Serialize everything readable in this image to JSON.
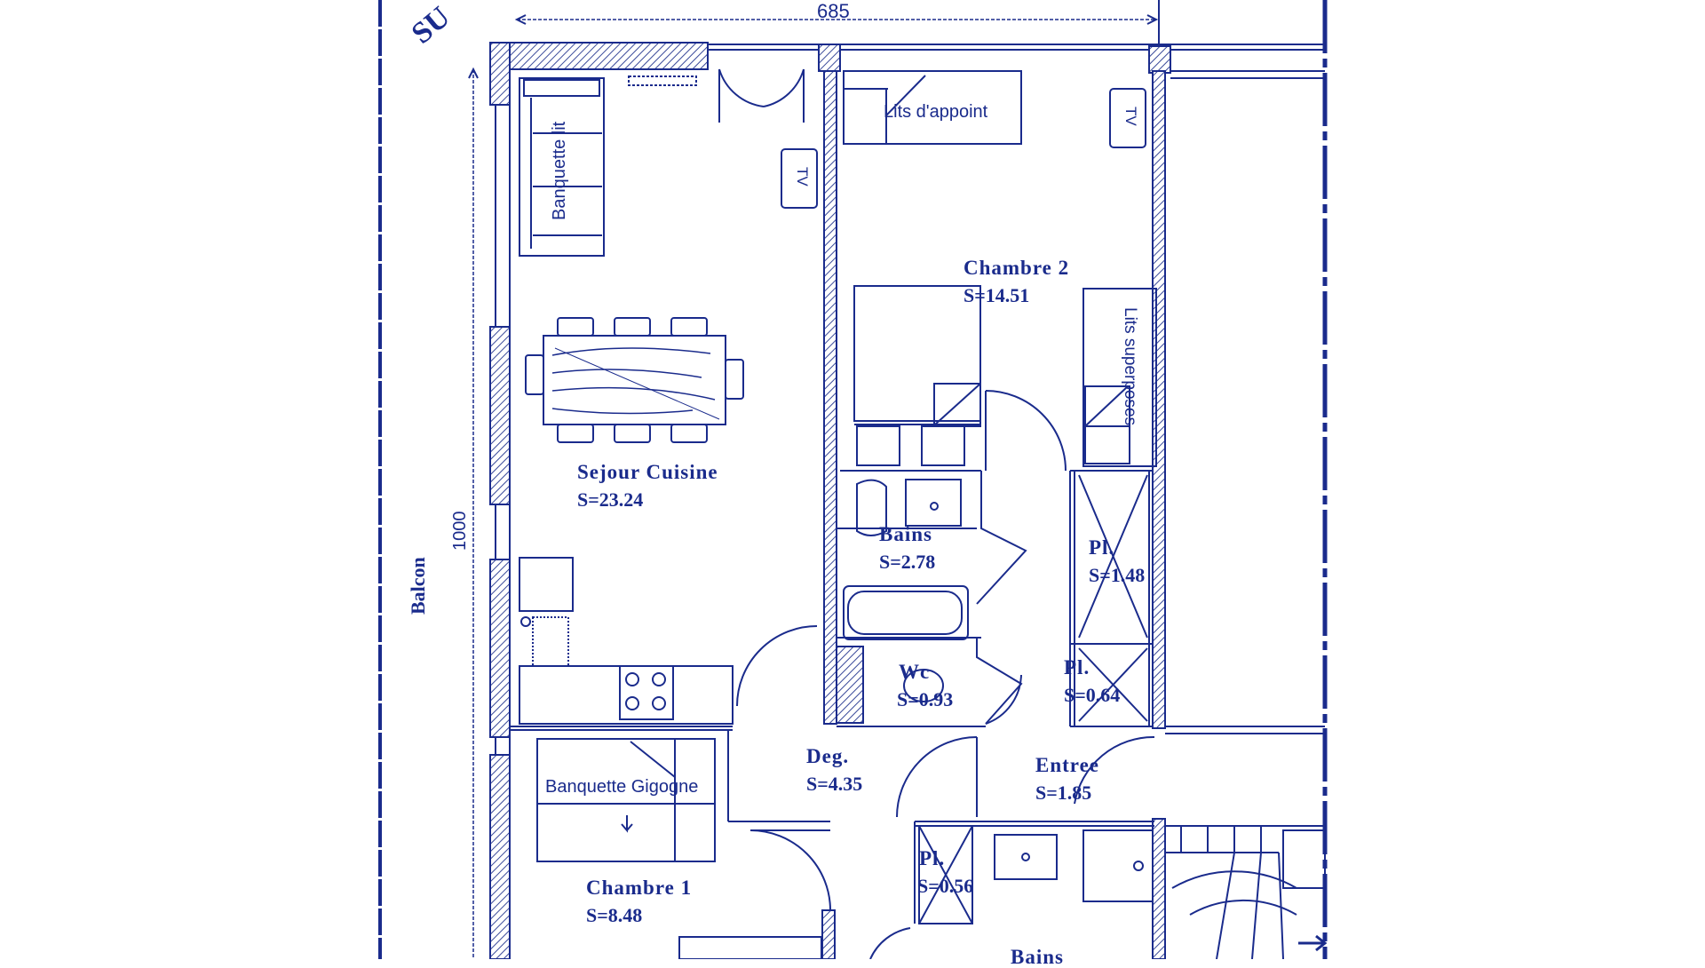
{
  "plan": {
    "corner_text": "SU",
    "dimensions": {
      "width": "685",
      "height": "1000"
    },
    "balcony_label": "Balcon",
    "rooms": {
      "sejour": {
        "name": "Sejour Cuisine",
        "area": "S=23.24"
      },
      "chambre2": {
        "name": "Chambre 2",
        "area": "S=14.51"
      },
      "bains1": {
        "name": "Bains",
        "area": "S=2.78"
      },
      "placard1": {
        "name": "Pl.",
        "area": "S=1.48"
      },
      "wc": {
        "name": "Wc",
        "area": "S=0.93"
      },
      "placard2": {
        "name": "Pl.",
        "area": "S=0.64"
      },
      "degagement": {
        "name": "Deg.",
        "area": "S=4.35"
      },
      "entree": {
        "name": "Entree",
        "area": "S=1.85"
      },
      "chambre1": {
        "name": "Chambre 1",
        "area": "S=8.48"
      },
      "placard3": {
        "name": "Pl.",
        "area": "S=0.56"
      },
      "bains2": {
        "name": "Bains"
      }
    },
    "furniture": {
      "banquette_lit": "Banquette lit",
      "lits_appoint": "Lits d'appoint",
      "tv": "TV",
      "lits_superposes": "Lits superposes",
      "banquette_gigogne": "Banquette Gigogne"
    },
    "colors": {
      "ink": "#1a2b8c",
      "hatch": "#3a4a9a",
      "paper": "#ffffff"
    }
  }
}
